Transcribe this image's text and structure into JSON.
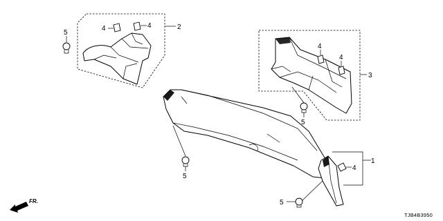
{
  "callouts": {
    "c1": "1",
    "c2": "2",
    "c3": "3",
    "c4_a": "4",
    "c4_b": "4",
    "c4_c": "4",
    "c4_d": "4",
    "c4_e": "4",
    "c5_a": "5",
    "c5_b": "5",
    "c5_c": "5",
    "c5_d": "5"
  },
  "direction_label": "FR.",
  "diagram_code": "TJB4B3950"
}
